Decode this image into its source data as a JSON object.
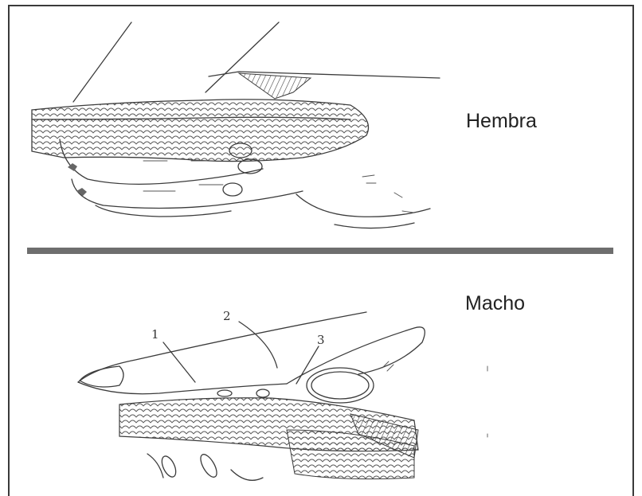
{
  "panels": {
    "top": {
      "label": "Hembra"
    },
    "bottom": {
      "label": "Macho"
    }
  },
  "callouts": [
    "1",
    "2",
    "3"
  ],
  "colors": {
    "line": "#3b3b3b",
    "divider": "#6e6e6e",
    "background": "#ffffff"
  }
}
